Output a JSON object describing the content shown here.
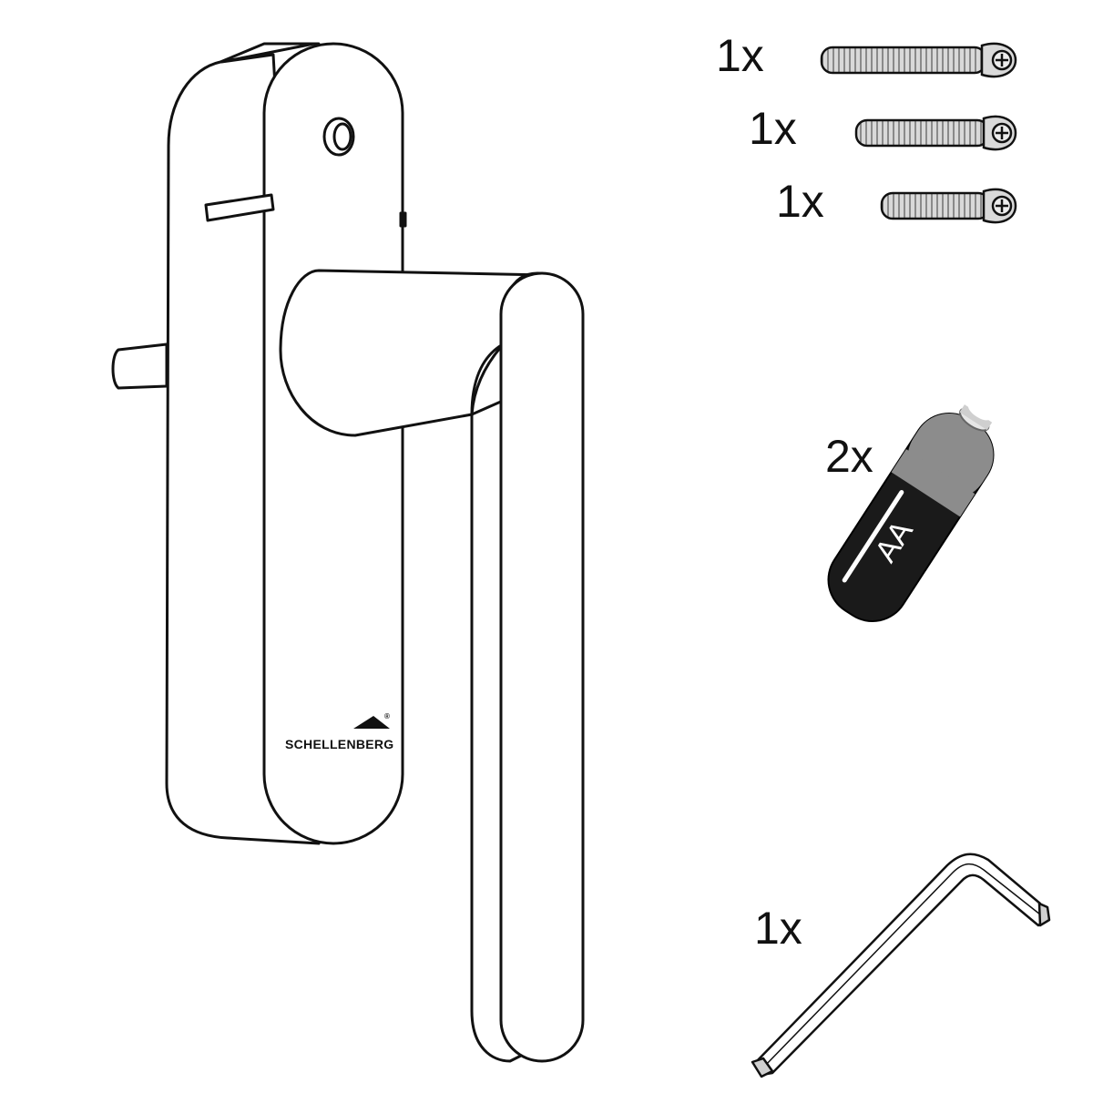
{
  "handle": {
    "brand": "SCHELLENBERG",
    "trademark": "®"
  },
  "parts": {
    "screw_long_qty": "1x",
    "screw_medium_qty": "1x",
    "screw_short_qty": "1x",
    "battery_qty": "2x",
    "battery_label": "AA",
    "hex_key_qty": "1x"
  },
  "colors": {
    "line": "#111111",
    "screw_fill": "#d9d9d9",
    "battery_body": "#1a1a1a",
    "battery_cap": "#8c8c8c"
  }
}
